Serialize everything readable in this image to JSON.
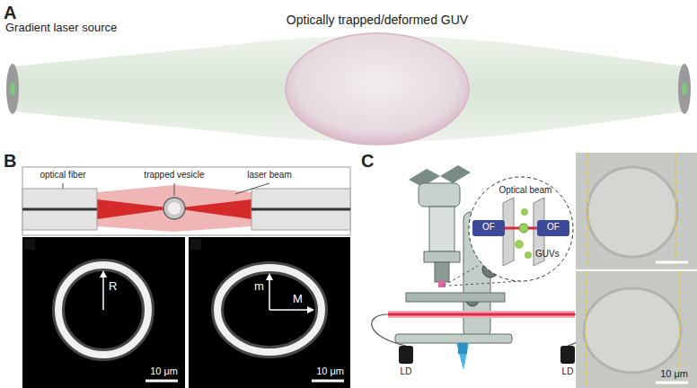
{
  "diagram": {
    "labels": [
      "A",
      "Gradient laser source",
      "Optically trapped/deformed GUV",
      "B",
      "optical fiber",
      "trapped vesicle",
      "laser beam",
      "R",
      "10 μm",
      "m",
      "M",
      "10 μm",
      "C",
      "Optical beam",
      "OF",
      "OF",
      "GUVs",
      "LD",
      "LD",
      "10 μm"
    ]
  }
}
